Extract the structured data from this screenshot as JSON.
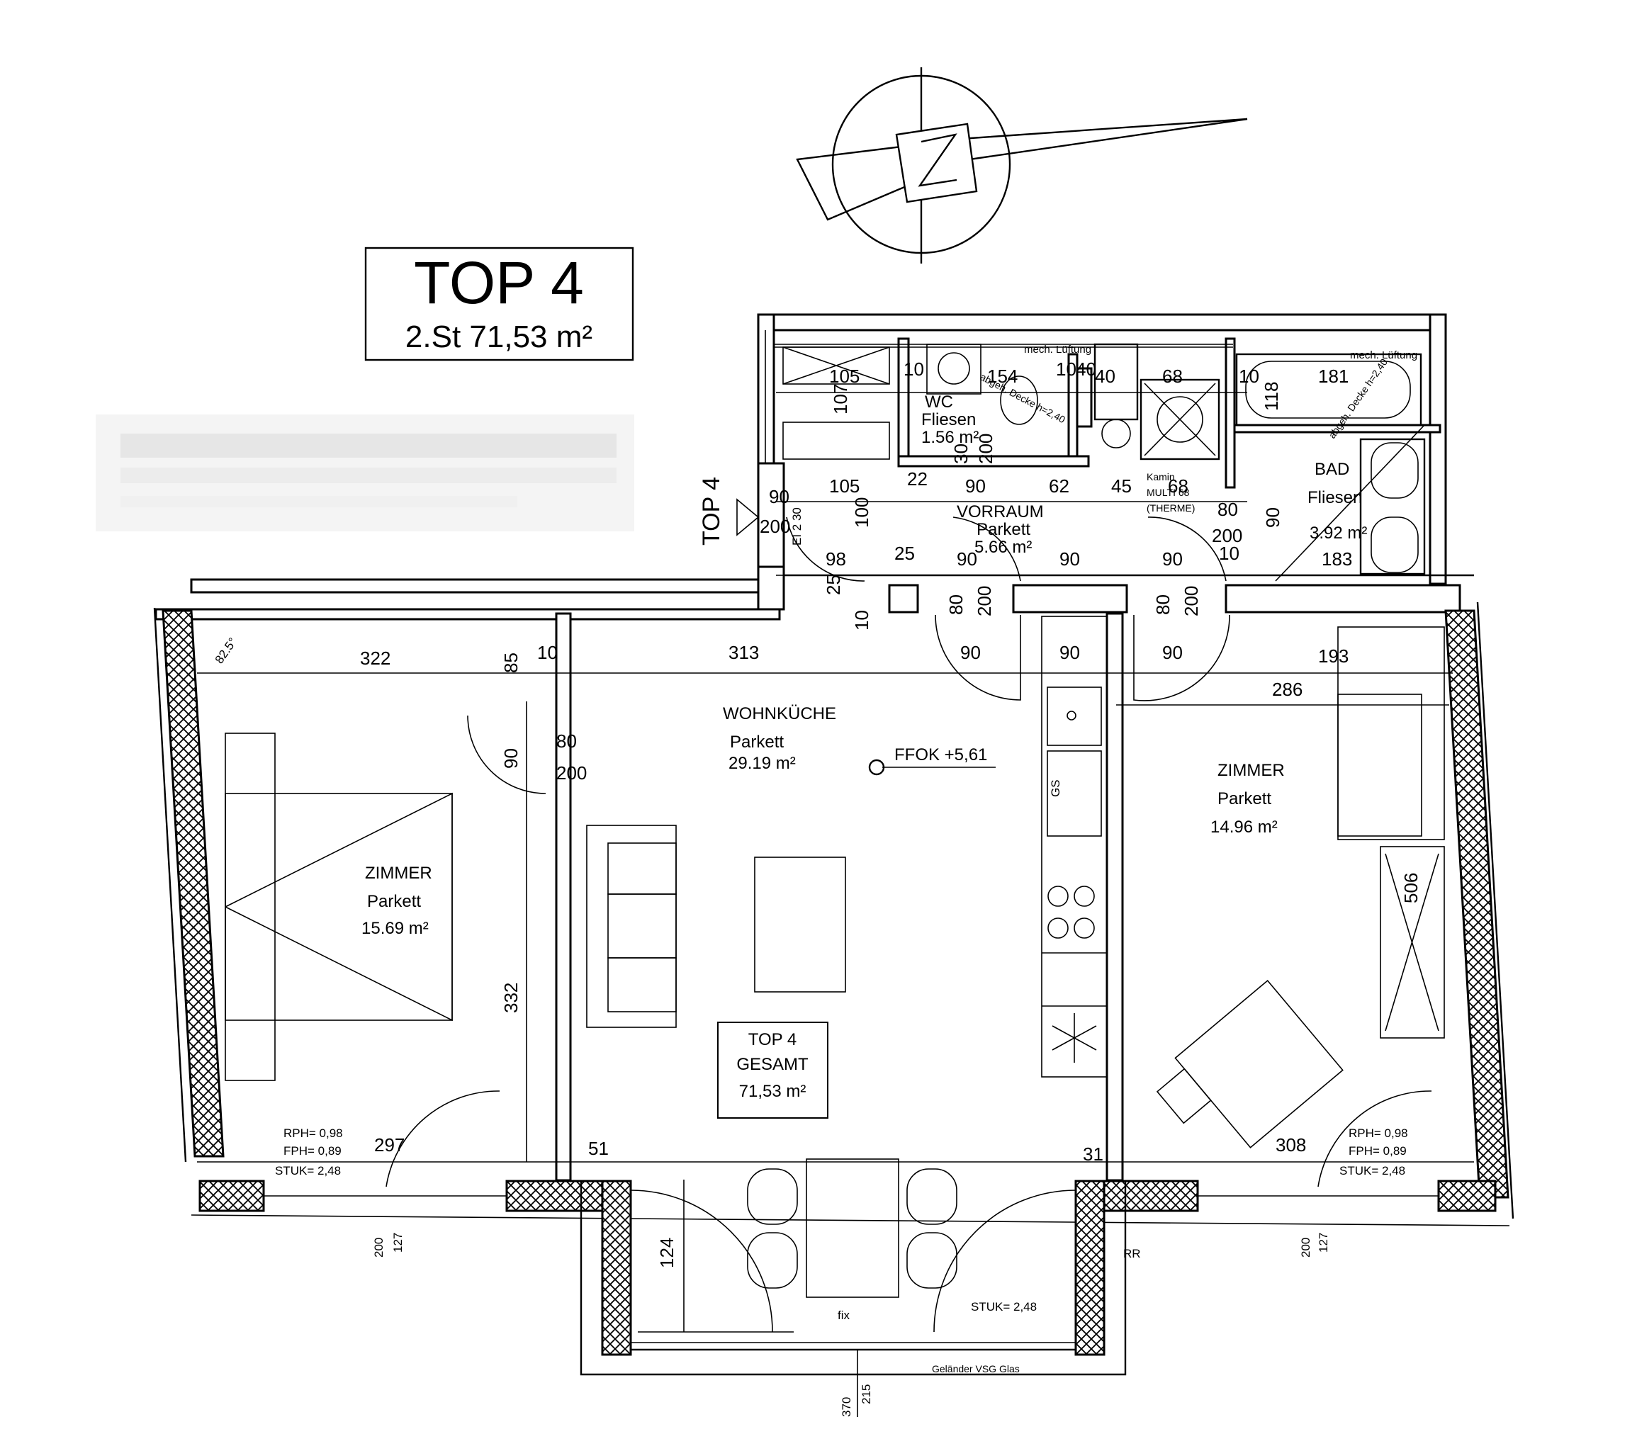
{
  "title": {
    "unit": "TOP 4",
    "floor_area": "2.St 71,53 m²"
  },
  "entry_label": "TOP 4",
  "rooms": {
    "wc": {
      "name": "WC",
      "floor": "Fliesen",
      "area": "1.56 m²"
    },
    "vorraum": {
      "name": "VORRAUM",
      "floor": "Parkett",
      "area": "5.66 m²"
    },
    "bad": {
      "name": "BAD",
      "floor": "Fliesen",
      "area": "3.92 m²"
    },
    "wohnkueche": {
      "name": "WOHNKÜCHE",
      "floor": "Parkett",
      "area": "29.19 m²"
    },
    "zimmer_left": {
      "name": "ZIMMER",
      "floor": "Parkett",
      "area": "15.69 m²"
    },
    "zimmer_right": {
      "name": "ZIMMER",
      "floor": "Parkett",
      "area": "14.96 m²"
    }
  },
  "total": {
    "line1": "TOP 4",
    "line2": "GESAMT",
    "area": "71,53 m²"
  },
  "level": "FFOK +5,61",
  "notes_left": {
    "rph": "RPH= 0,98",
    "fph": "FPH= 0,89",
    "stuk": "STUK= 2,48"
  },
  "notes_right": {
    "rph": "RPH= 0,98",
    "fph": "FPH= 0,89",
    "stuk": "STUK= 2,48"
  },
  "stuk_balcony": "STUK= 2,48",
  "fix_label": "fix",
  "railing_label": "Geländer VSG Glas",
  "rr_label": "RR",
  "gs_label": "GS",
  "angle_label": "82.5°",
  "ventilation_wc": "mech. Lüftung",
  "ventilation_bad": "mech. Lüftung",
  "ceiling_wc": "abgeh. Decke h=2,40",
  "ceiling_bad": "abgeh. Decke h=2,40",
  "kamin_label": "Kamin",
  "multi_label": "MULTI 68",
  "therme_label": "(THERME)",
  "ei_label": "EI 2 30",
  "dimensions": {
    "d105a": "105",
    "d107": "107",
    "d10a": "10",
    "d154": "154",
    "d10b": "10",
    "d40a": "40",
    "d40b": "40",
    "d68a": "68",
    "d10c": "10",
    "d181": "181",
    "d118": "118",
    "d30": "30",
    "d200a": "200",
    "d90a": "90",
    "d105b": "105",
    "d22": "22",
    "d90b": "90",
    "d62": "62",
    "d45": "45",
    "d68b": "68",
    "d100": "100",
    "d200b": "200",
    "d80a": "80",
    "d200c": "200",
    "d10d": "10",
    "d90c": "90",
    "d183": "183",
    "d98": "98",
    "d25a": "25",
    "d90d": "90",
    "d90e": "90",
    "d90f": "90",
    "d25b": "25",
    "d10e": "10",
    "d80b": "80",
    "d200d": "200",
    "d80c": "80",
    "d200e": "200",
    "d322": "322",
    "d85": "85",
    "d10f": "10",
    "d313": "313",
    "d90g": "90",
    "d90h": "90",
    "d90i": "90",
    "d193": "193",
    "d286": "286",
    "d90j": "90",
    "d80d": "80",
    "d200f": "200",
    "d332": "332",
    "d506": "506",
    "d297": "297",
    "d51": "51",
    "d31": "31",
    "d308": "308",
    "d200g": "200",
    "d127a": "127",
    "d200h": "200",
    "d127b": "127",
    "d124": "124",
    "d370": "370",
    "d215": "215"
  }
}
